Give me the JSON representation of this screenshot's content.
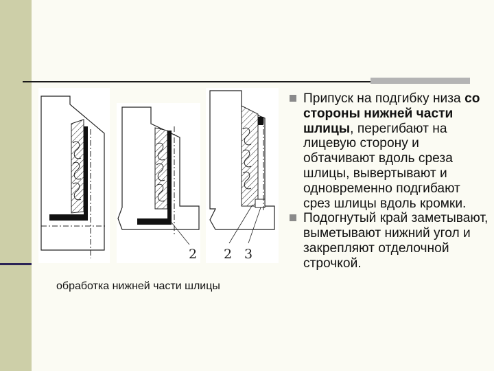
{
  "slide": {
    "caption": "обработка нижней части шлицы",
    "bullets": [
      {
        "parts": [
          "Припуск на подгибку низа ",
          "со стороны нижней части шлицы",
          ", перегибают на лицевую сторону и обтачивают вдоль среза шлицы, вывертывают и одновременно подгибают срез шлицы вдоль кромки."
        ]
      },
      {
        "parts": [
          "Подогнутый край заметывают, выметывают нижний угол и закрепляют отделочной строчкой."
        ]
      }
    ],
    "figure_labels": [
      "2",
      "2",
      "3"
    ]
  },
  "colors": {
    "sidebar": "#cdcfa8",
    "sidebar_accent": "#2a2356",
    "accent_bar": "#b4b4b4",
    "bullet": "#8a8a8a",
    "background": "#fbfbf3"
  }
}
